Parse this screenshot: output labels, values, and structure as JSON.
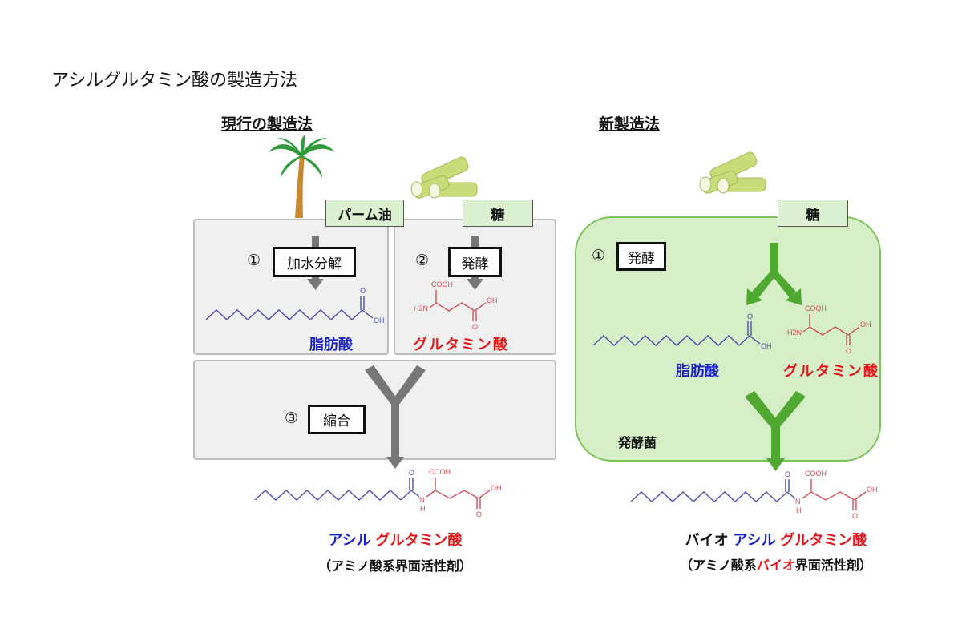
{
  "title": "アシルグルタミン酸の製造方法",
  "current_method": {
    "heading": "現行の製造法",
    "inputs": {
      "palm_oil": "パーム油",
      "sugar": "糖"
    },
    "steps": [
      {
        "number": "①",
        "label": "加水分解"
      },
      {
        "number": "②",
        "label": "発酵"
      },
      {
        "number": "③",
        "label": "縮合"
      }
    ],
    "fatty_acid_label": "脂肪酸",
    "glutamic_acid_label": "グルタミン酸",
    "product": {
      "part_acyl": "アシル",
      "part_glutamic": "グルタミン酸",
      "subtitle": "（アミノ酸系界面活性剤）"
    }
  },
  "new_method": {
    "heading": "新製造法",
    "inputs": {
      "sugar": "糖"
    },
    "steps": [
      {
        "number": "①",
        "label": "発酵"
      }
    ],
    "fatty_acid_label": "脂肪酸",
    "glutamic_acid_label": "グルタミン酸",
    "organism_label": "発酵菌",
    "product": {
      "prefix": "バイオ",
      "part_acyl": "アシル",
      "part_glutamic": "グルタミン酸",
      "subtitle_pre": "（アミノ酸系",
      "subtitle_bio": "バイオ",
      "subtitle_post": "界面活性剤）"
    }
  },
  "molecule_labels": {
    "cooh": "COOH",
    "oh": "OH",
    "o": "O",
    "h2n": "H2N",
    "n": "N",
    "h": "H"
  },
  "colors": {
    "fatty": "#4a4fa8",
    "glutamic": "#d0505a",
    "gray_arrow": "#777777",
    "green_arrow": "#4fa82f",
    "blue_text": "#1a23c8",
    "red_text": "#e0161b"
  }
}
